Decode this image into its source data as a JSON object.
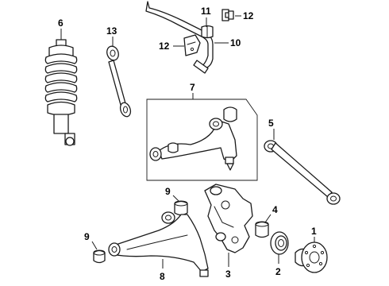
{
  "callouts": {
    "c1": "1",
    "c2": "2",
    "c3": "3",
    "c4": "4",
    "c5": "5",
    "c6": "6",
    "c7": "7",
    "c8": "8",
    "c9a": "9",
    "c9b": "9",
    "c10": "10",
    "c11": "11",
    "c12a": "12",
    "c12b": "12",
    "c13": "13"
  }
}
